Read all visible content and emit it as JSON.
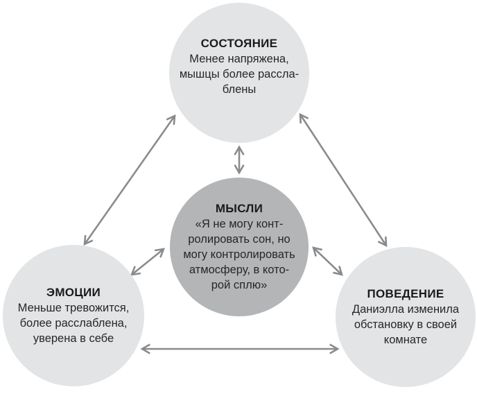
{
  "colors": {
    "background": "#ffffff",
    "light_circle": "#e3e4e5",
    "dark_circle": "#b3b5b7",
    "arrow": "#898b8e",
    "title_text": "#1a1a1a",
    "body_text": "#262626"
  },
  "nodes": {
    "state": {
      "title": "СОСТОЯНИЕ",
      "lines": [
        "Менее напряжена,",
        "мышцы более рассла-",
        "блены"
      ]
    },
    "thoughts": {
      "title": "МЫСЛИ",
      "lines": [
        "«Я не могу конт-",
        "ролировать сон, но",
        "могу контролировать",
        "атмосферу, в кото-",
        "рой сплю»"
      ]
    },
    "emotions": {
      "title": "ЭМОЦИИ",
      "lines": [
        "Меньше тревожится,",
        "более расслаблена,",
        "уверена в себе"
      ]
    },
    "behavior": {
      "title": "ПОВЕДЕНИЕ",
      "lines": [
        "Даниэлла изменила",
        "обстановку в своей",
        "комнате"
      ]
    }
  },
  "connections": [
    {
      "from": "state",
      "to": "thoughts",
      "bidirectional": true
    },
    {
      "from": "state",
      "to": "emotions",
      "bidirectional": true
    },
    {
      "from": "state",
      "to": "behavior",
      "bidirectional": true
    },
    {
      "from": "emotions",
      "to": "thoughts",
      "bidirectional": true
    },
    {
      "from": "thoughts",
      "to": "behavior",
      "bidirectional": true
    },
    {
      "from": "emotions",
      "to": "behavior",
      "bidirectional": true
    }
  ]
}
